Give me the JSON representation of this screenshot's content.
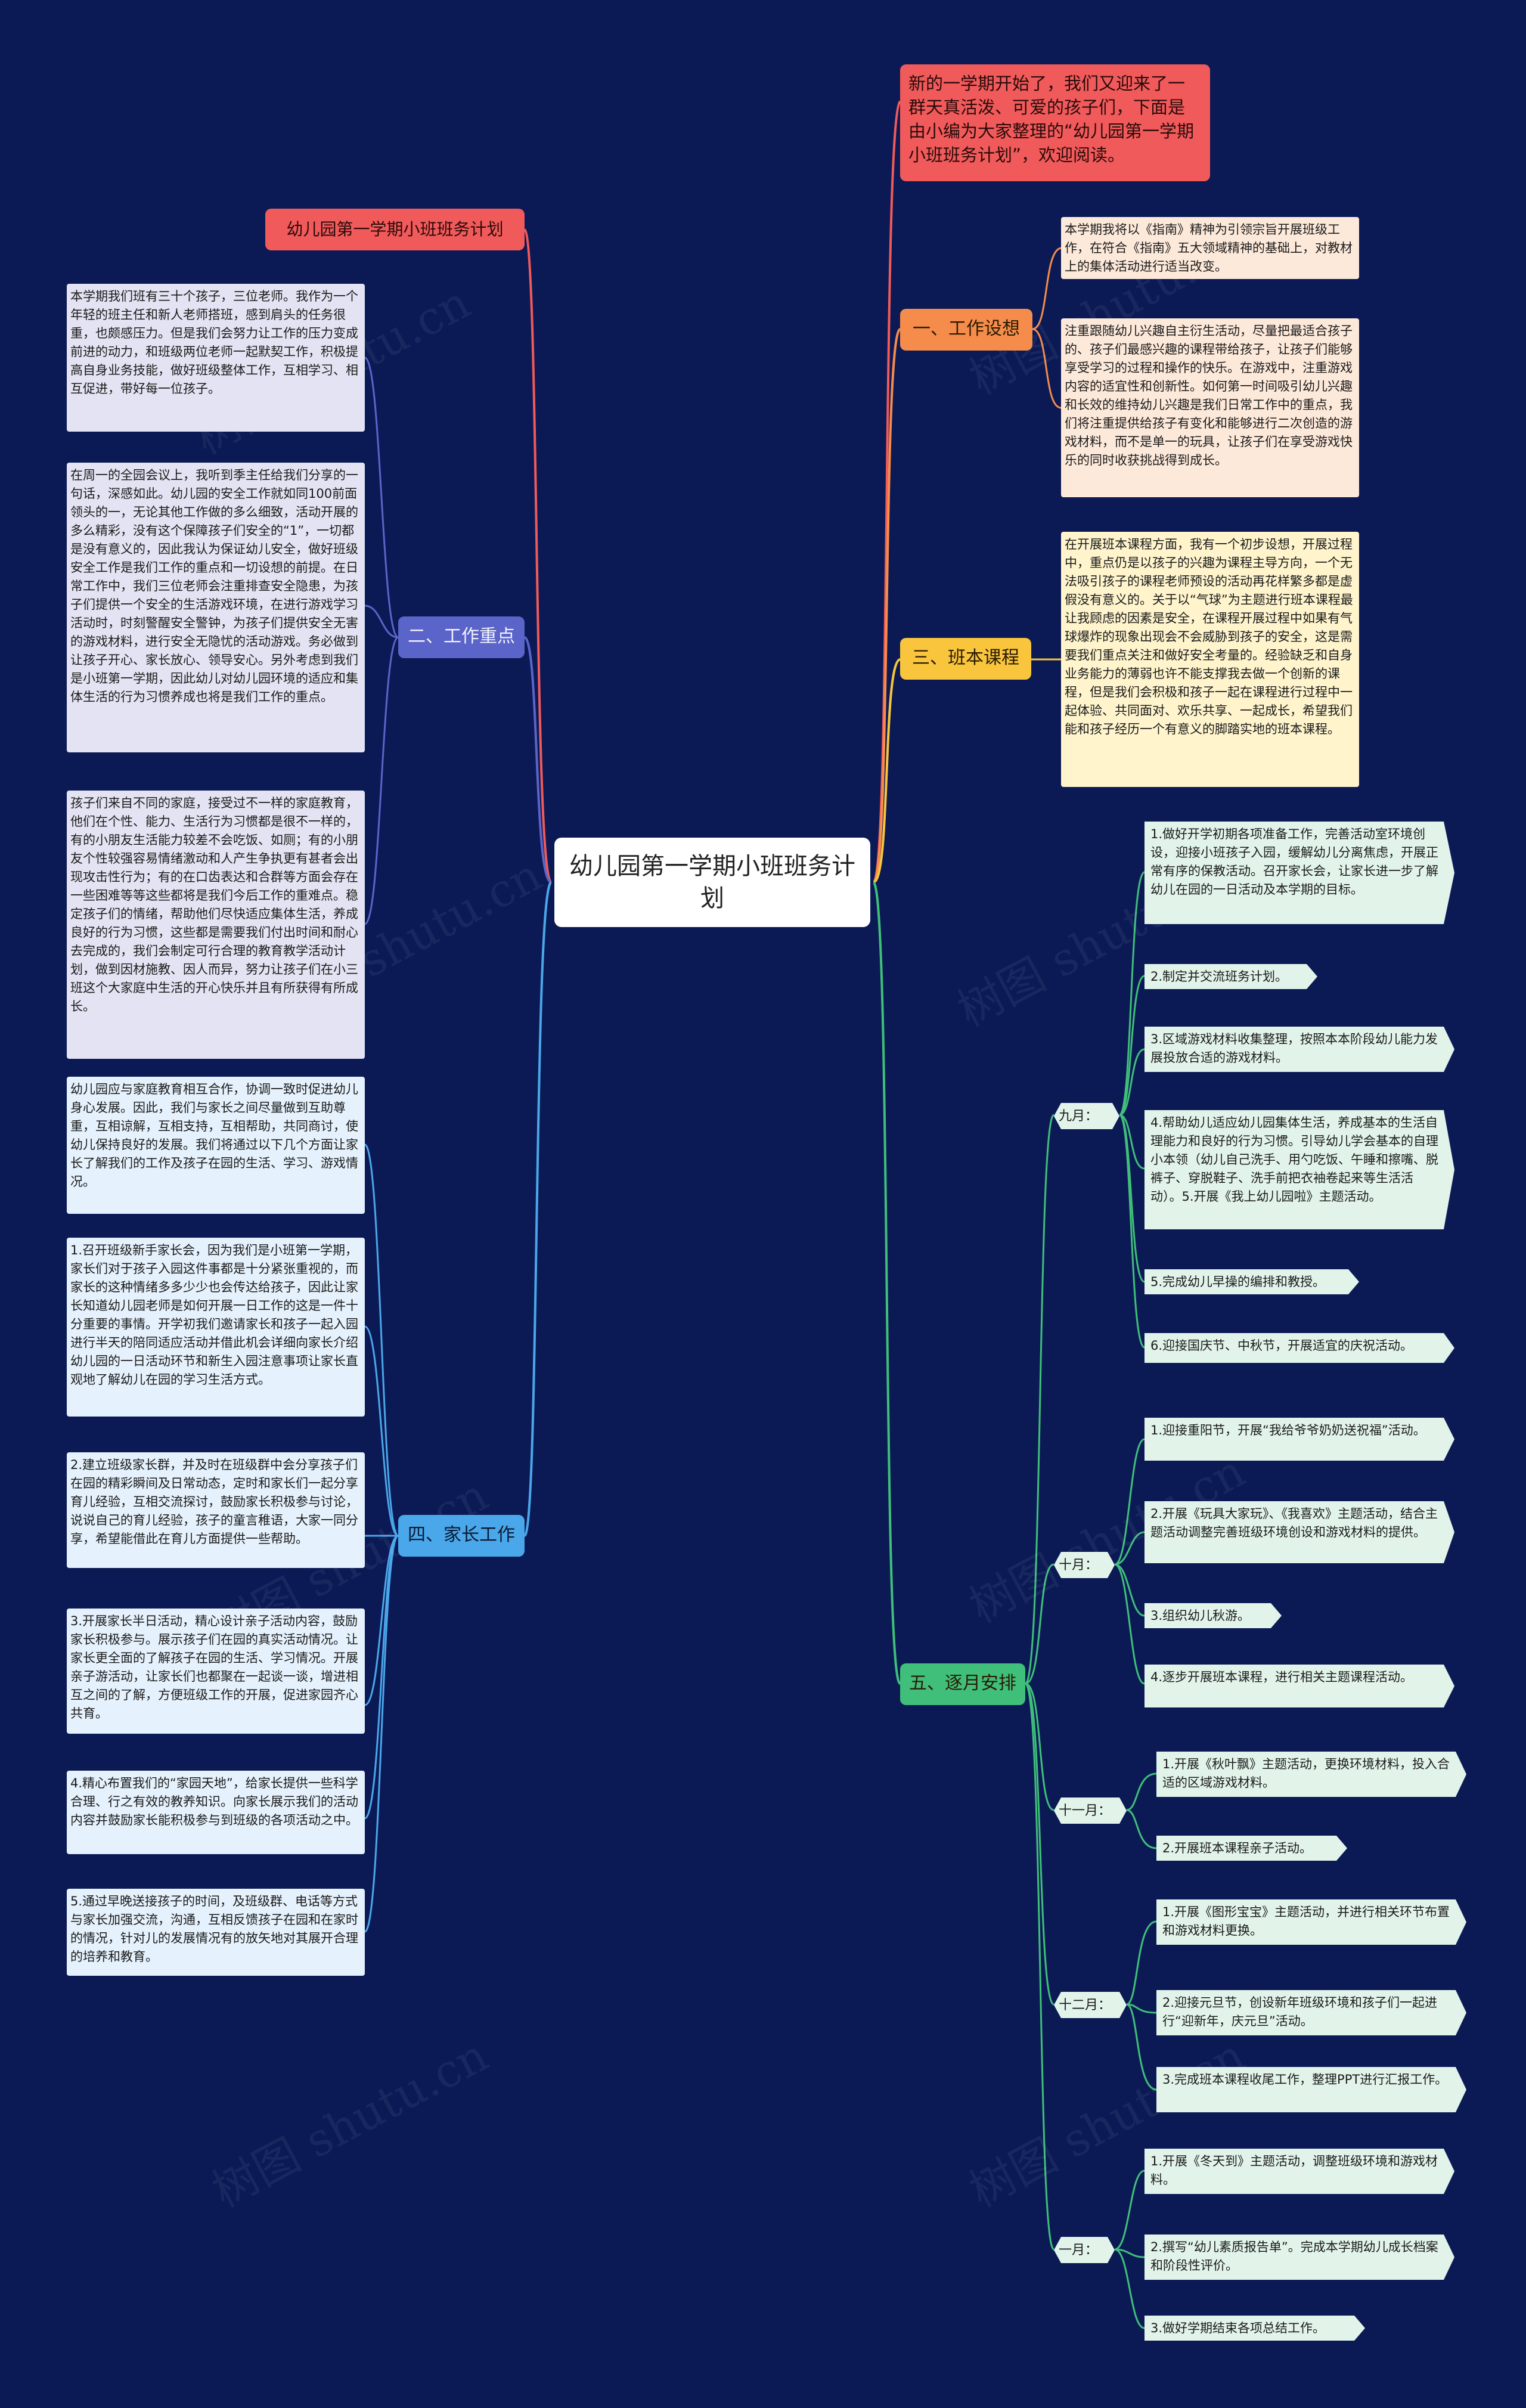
{
  "center": "幼儿园第一学期小班班务计划",
  "intro": "新的一学期开始了，我们又迎来了一群天真活泼、可爱的孩子们，下面是由小编为大家整理的“幼儿园第一学期小班班务计划”，欢迎阅读。",
  "title_tag": "幼儿园第一学期小班班务计划",
  "watermark": "树图 shutu.cn",
  "colors": {
    "background": "#0b1a55",
    "work_plan": "#f58c4c",
    "course": "#f8c53d",
    "monthly": "#3fbf7a",
    "work_focus": "#5b64c8",
    "parents": "#4aa7ea",
    "intro": "#f05a5a"
  },
  "branches": {
    "work_plan": {
      "label": "一、工作设想",
      "items": [
        "本学期我将以《指南》精神为引领宗旨开展班级工作，在符合《指南》五大领域精神的基础上，对教材上的集体活动进行适当改变。",
        "注重跟随幼儿兴趣自主衍生活动，尽量把最适合孩子的、孩子们最感兴趣的课程带给孩子，让孩子们能够享受学习的过程和操作的快乐。在游戏中，注重游戏内容的适宜性和创新性。如何第一时间吸引幼儿兴趣和长效的维持幼儿兴趣是我们日常工作中的重点，我们将注重提供给孩子有变化和能够进行二次创造的游戏材料，而不是单一的玩具，让孩子们在享受游戏快乐的同时收获挑战得到成长。"
      ]
    },
    "course": {
      "label": "三、班本课程",
      "items": [
        "在开展班本课程方面，我有一个初步设想，开展过程中，重点仍是以孩子的兴趣为课程主导方向，一个无法吸引孩子的课程老师预设的活动再花样繁多都是虚假没有意义的。关于以“气球”为主题进行班本课程最让我顾虑的因素是安全，在课程开展过程中如果有气球爆炸的现象出现会不会威胁到孩子的安全，这是需要我们重点关注和做好安全考量的。经验缺乏和自身业务能力的薄弱也许不能支撑我去做一个创新的课程，但是我们会积极和孩子一起在课程进行过程中一起体验、共同面对、欢乐共享、一起成长，希望我们能和孩子经历一个有意义的脚踏实地的班本课程。"
      ]
    },
    "monthly": {
      "label": "五、逐月安排",
      "months": [
        {
          "label": "九月：",
          "items": [
            "1.做好开学初期各项准备工作，完善活动室环境创设，迎接小班孩子入园，缓解幼儿分离焦虑，开展正常有序的保教活动。召开家长会，让家长进一步了解幼儿在园的一日活动及本学期的目标。",
            "2.制定并交流班务计划。",
            "3.区域游戏材料收集整理，按照本本阶段幼儿能力发展投放合适的游戏材料。",
            "4.帮助幼儿适应幼儿园集体生活，养成基本的生活自理能力和良好的行为习惯。引导幼儿学会基本的自理小本领（幼儿自己洗手、用勺吃饭、午睡和擦嘴、脱裤子、穿脱鞋子、洗手前把衣袖卷起来等生活活动）。5.开展《我上幼儿园啦》主题活动。",
            "5.完成幼儿早操的编排和教授。",
            "6.迎接国庆节、中秋节，开展适宜的庆祝活动。"
          ]
        },
        {
          "label": "十月：",
          "items": [
            "1.迎接重阳节，开展“我给爷爷奶奶送祝福”活动。",
            "2.开展《玩具大家玩》、《我喜欢》主题活动，结合主题活动调整完善班级环境创设和游戏材料的提供。",
            "3.组织幼儿秋游。",
            "4.逐步开展班本课程，进行相关主题课程活动。"
          ]
        },
        {
          "label": "十一月：",
          "items": [
            "1.开展《秋叶飘》主题活动，更换环境材料，投入合适的区域游戏材料。",
            "2.开展班本课程亲子活动。"
          ]
        },
        {
          "label": "十二月：",
          "items": [
            "1.开展《图形宝宝》主题活动，并进行相关环节布置和游戏材料更换。",
            "2.迎接元旦节，创设新年班级环境和孩子们一起进行“迎新年，庆元旦”活动。",
            "3.完成班本课程收尾工作，整理PPT进行汇报工作。"
          ]
        },
        {
          "label": "一月：",
          "items": [
            "1.开展《冬天到》主题活动，调整班级环境和游戏材料。",
            "2.撰写“幼儿素质报告单”。完成本学期幼儿成长档案和阶段性评价。",
            "3.做好学期结束各项总结工作。"
          ]
        }
      ]
    },
    "work_focus": {
      "label": "二、工作重点",
      "items": [
        "本学期我们班有三十个孩子，三位老师。我作为一个年轻的班主任和新人老师搭班，感到肩头的任务很重，也颇感压力。但是我们会努力让工作的压力变成前进的动力，和班级两位老师一起默契工作，积极提高自身业务技能，做好班级整体工作，互相学习、相互促进，带好每一位孩子。",
        "在周一的全园会议上，我听到季主任给我们分享的一句话，深感如此。幼儿园的安全工作就如同100前面领头的一，无论其他工作做的多么细致，活动开展的多么精彩，没有这个保障孩子们安全的“1”，一切都是没有意义的，因此我认为保证幼儿安全，做好班级安全工作是我们工作的重点和一切设想的前提。在日常工作中，我们三位老师会注重排查安全隐患，为孩子们提供一个安全的生活游戏环境，在进行游戏学习活动时，时刻警醒安全警钟，为孩子们提供安全无害的游戏材料，进行安全无隐忧的活动游戏。务必做到让孩子开心、家长放心、领导安心。另外考虑到我们是小班第一学期，因此幼儿对幼儿园环境的适应和集体生活的行为习惯养成也将是我们工作的重点。",
        "孩子们来自不同的家庭，接受过不一样的家庭教育，他们在个性、能力、生活行为习惯都是很不一样的，有的小朋友生活能力较差不会吃饭、如厕；有的小朋友个性较强容易情绪激动和人产生争执更有甚者会出现攻击性行为；有的在口齿表达和合群等方面会存在一些困难等等这些都将是我们今后工作的重难点。稳定孩子们的情绪，帮助他们尽快适应集体生活，养成良好的行为习惯，这些都是需要我们付出时间和耐心去完成的，我们会制定可行合理的教育教学活动计划，做到因材施教、因人而异，努力让孩子们在小三班这个大家庭中生活的开心快乐并且有所获得有所成长。"
      ]
    },
    "parents": {
      "label": "四、家长工作",
      "items": [
        "幼儿园应与家庭教育相互合作，协调一致时促进幼儿身心发展。因此，我们与家长之间尽量做到互助尊重，互相谅解，互相支持，互相帮助，共同商讨，使幼儿保持良好的发展。我们将通过以下几个方面让家长了解我们的工作及孩子在园的生活、学习、游戏情况。",
        "1.召开班级新手家长会，因为我们是小班第一学期，家长们对于孩子入园这件事都是十分紧张重视的，而家长的这种情绪多多少少也会传达给孩子，因此让家长知道幼儿园老师是如何开展一日工作的这是一件十分重要的事情。开学初我们邀请家长和孩子一起入园进行半天的陪同适应活动并借此机会详细向家长介绍幼儿园的一日活动环节和新生入园注意事项让家长直观地了解幼儿在园的学习生活方式。",
        "2.建立班级家长群，并及时在班级群中会分享孩子们在园的精彩瞬间及日常动态，定时和家长们一起分享育儿经验，互相交流探讨，鼓励家长积极参与讨论，说说自己的育儿经验，孩子的童言稚语，大家一同分享，希望能借此在育儿方面提供一些帮助。",
        "3.开展家长半日活动，精心设计亲子活动内容，鼓励家长积极参与。展示孩子们在园的真实活动情况。让家长更全面的了解孩子在园的生活、学习情况。开展亲子游活动，让家长们也都聚在一起谈一谈，增进相互之间的了解，方便班级工作的开展，促进家园齐心共育。",
        "4.精心布置我们的“家园天地”，给家长提供一些科学合理、行之有效的教养知识。向家长展示我们的活动内容并鼓励家长能积极参与到班级的各项活动之中。",
        "5.通过早晚送接孩子的时间，及班级群、电话等方式与家长加强交流，沟通，互相反馈孩子在园和在家时的情况，针对儿的发展情况有的放矢地对其展开合理的培养和教育。"
      ]
    }
  }
}
